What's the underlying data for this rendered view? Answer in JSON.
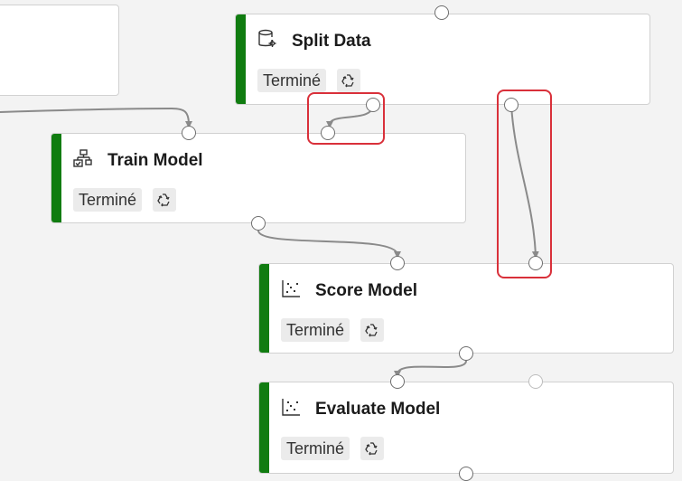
{
  "nodes": {
    "split_data": {
      "title": "Split Data",
      "status": "Terminé",
      "icon": "database-settings-icon"
    },
    "train_model": {
      "title": "Train Model",
      "status": "Terminé",
      "icon": "hierarchy-check-icon"
    },
    "score_model": {
      "title": "Score Model",
      "status": "Terminé",
      "icon": "scatter-chart-icon"
    },
    "evaluate_model": {
      "title": "Evaluate Model",
      "status": "Terminé",
      "icon": "scatter-chart-icon"
    }
  },
  "colors": {
    "status_complete": "#107c10",
    "connector": "#8a8a8a",
    "highlight": "#d9303a",
    "canvas_bg": "#f3f3f3"
  }
}
